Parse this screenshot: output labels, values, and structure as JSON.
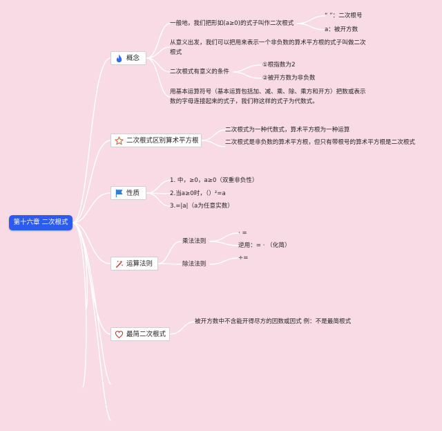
{
  "root": {
    "label": "第十六章 二次根式"
  },
  "topics": {
    "concept": {
      "label": "概念",
      "icon": "flame-icon",
      "def": "一般地，我们把形如(a≥0)的式子叫作二次根式",
      "def_note1": "“ ”：二次根号",
      "def_note2": "a：被开方数",
      "meaning": "从意义出发，我们可以把用来表示一个非负数的算术平方根的式子叫做二次根式",
      "condition": "二次根式有意义的条件",
      "condition_items": [
        "①根指数为2",
        "②被开方数为非负数"
      ],
      "algebraic": "用基本运算符号（基本运算包括加、减、乘、除、乘方和开方）把数或表示数的字母连接起来的式子，我们称这样的式子为代数式。"
    },
    "distinguish": {
      "label": "二次根式区别算术平方根",
      "icon": "star-icon",
      "items": [
        "二次根式为一种代数式，算术平方根为一种运算",
        "二次根式是非负数的算术平方根，但只有带根号的算术平方根是二次根式"
      ]
    },
    "property": {
      "label": "性质",
      "icon": "flag-icon",
      "items": [
        "1. 中，≥0，a≥0（双重非负性）",
        "2.当a≥0时，（）²=a",
        "3.=|a|（a为任意实数）"
      ]
    },
    "operation": {
      "label": "运算法则",
      "icon": "wand-icon",
      "mult_label": "乘法法则",
      "mult_items": [
        "· =",
        "逆用：= ·  （化简）"
      ],
      "div_label": "除法法则",
      "div_items": [
        "÷="
      ]
    },
    "simplest": {
      "label": "最简二次根式",
      "icon": "heart-icon",
      "desc": "被开方数中不含能开得尽方的因数或因式     例：不是最简根式"
    }
  },
  "colors": {
    "background": "#f8dbe4",
    "root": "#2c5bf0",
    "concept_icon": "#2f6cf0",
    "star_icon": "#e0603a",
    "flag_icon": "#2f7fd8",
    "wand_icon": "#c0392b",
    "heart_icon": "#c0392b"
  }
}
